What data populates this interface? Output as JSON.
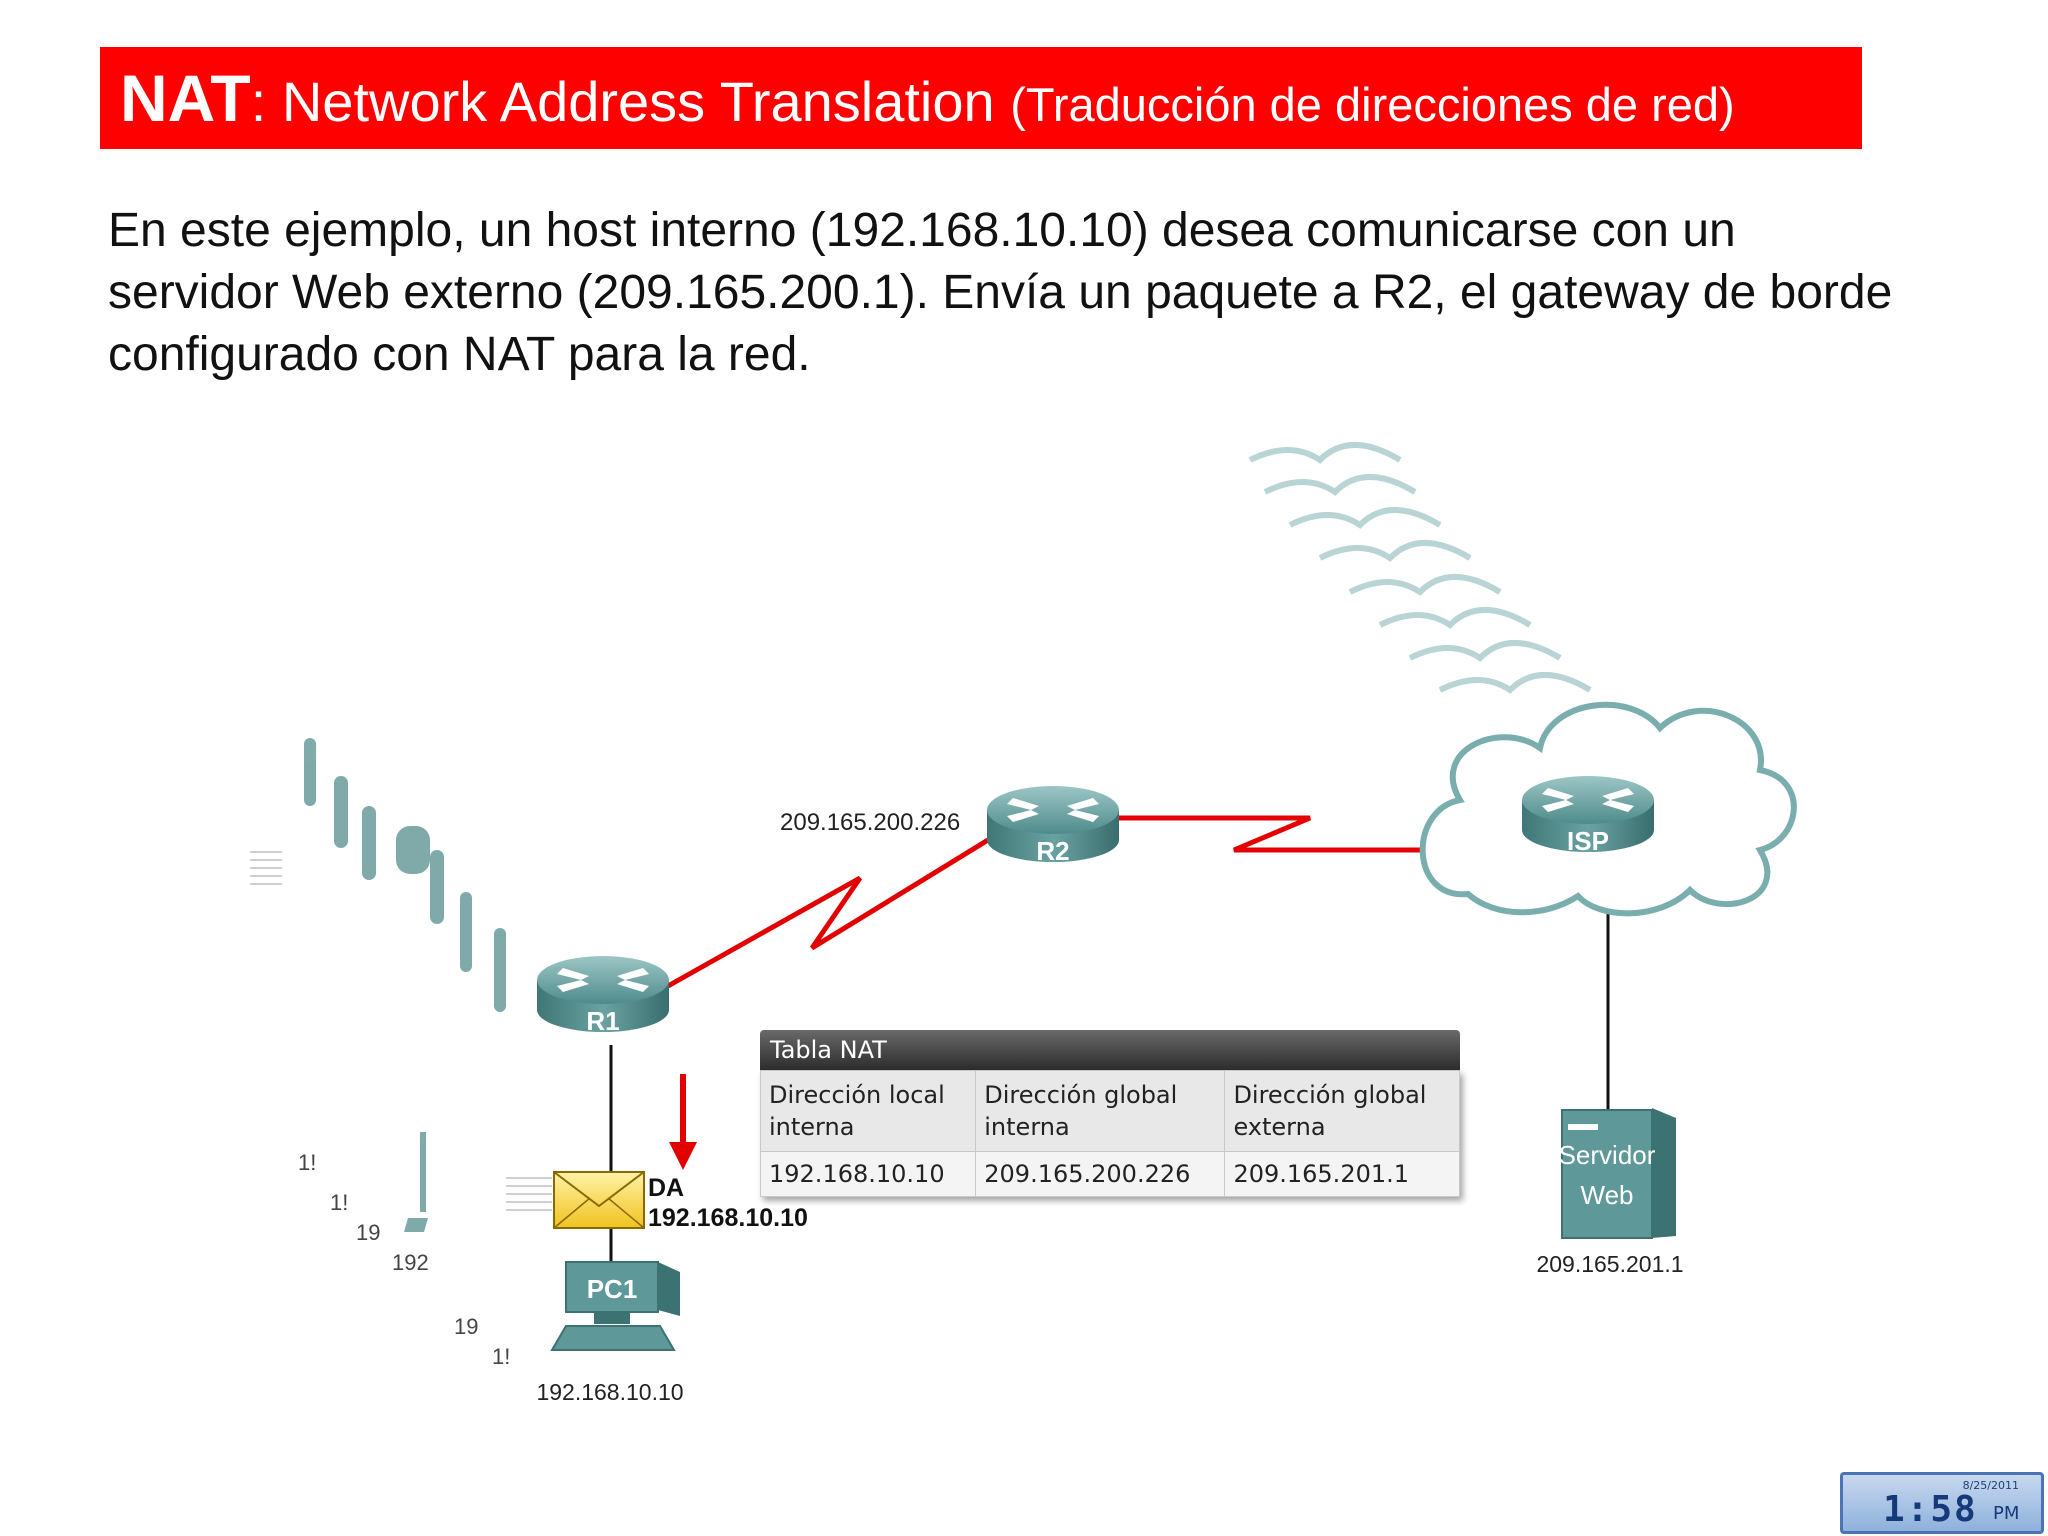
{
  "title": {
    "strong": "NAT",
    "main": ": Network Address Translation ",
    "sub": "(Traducción de direcciones de red)"
  },
  "intro": "En este ejemplo, un host interno (192.168.10.10) desea comunicarse con un servidor Web externo (209.165.200.1). Envía un paquete a R2, el gateway de borde configurado con NAT para la red.",
  "diagram": {
    "r1_label": "R1",
    "r2_label": "R2",
    "r2_ip": "209.165.200.226",
    "isp_label": "ISP",
    "pc1_label": "PC1",
    "pc1_ip": "192.168.10.10",
    "server_label_line1": "Servidor",
    "server_label_line2": "Web",
    "server_ip": "209.165.201.1",
    "packet_da_label": "DA",
    "packet_da_ip": "192.168.10.10",
    "faded_fragments": [
      "1!",
      "1!",
      "19",
      "192",
      "19",
      "1!"
    ]
  },
  "nat_table": {
    "title": "Tabla NAT",
    "headers": [
      [
        "Dirección local",
        "interna"
      ],
      [
        "Dirección global",
        "interna"
      ],
      [
        "Dirección global",
        "externa"
      ]
    ],
    "rows": [
      [
        "192.168.10.10",
        "209.165.200.226",
        "209.165.201.1"
      ]
    ]
  },
  "clock": {
    "date": "8/25/2011",
    "time": "1:58",
    "ampm": "PM"
  },
  "colors": {
    "title_bg": "#fe0000",
    "router": "#4e8a8a",
    "link_red": "#e60000",
    "cloud_stroke": "#7aaeae"
  }
}
